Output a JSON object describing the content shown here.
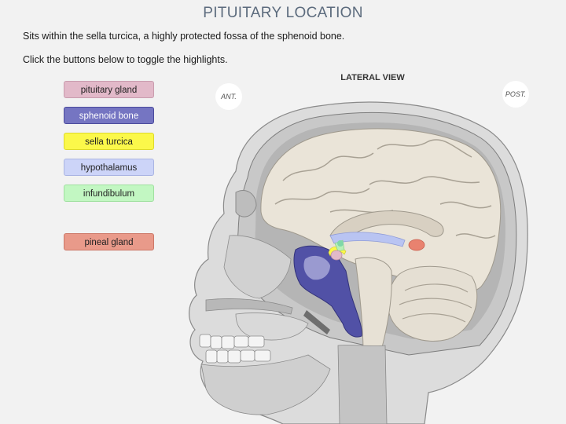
{
  "title": "PITUITARY LOCATION",
  "intro_line1": "Sits within the sella turcica, a highly protected fossa of the sphenoid bone.",
  "intro_line2": "Click the buttons below to toggle the highlights.",
  "buttons": {
    "pituitary": "pituitary gland",
    "sphenoid": "sphenoid bone",
    "sella": "sella turcica",
    "hypothalamus": "hypothalamus",
    "infundibulum": "infundibulum",
    "pineal": "pineal gland"
  },
  "view_label": "LATERAL VIEW",
  "anterior": "ANT.",
  "posterior": "POST.",
  "colors": {
    "pituitary": "#e2b9c9",
    "sphenoid": "#5151a6",
    "sella": "#fbf84a",
    "hypothalamus": "#b9c4f2",
    "infundibulum": "#b7f0b7",
    "pineal": "#e9826f"
  }
}
